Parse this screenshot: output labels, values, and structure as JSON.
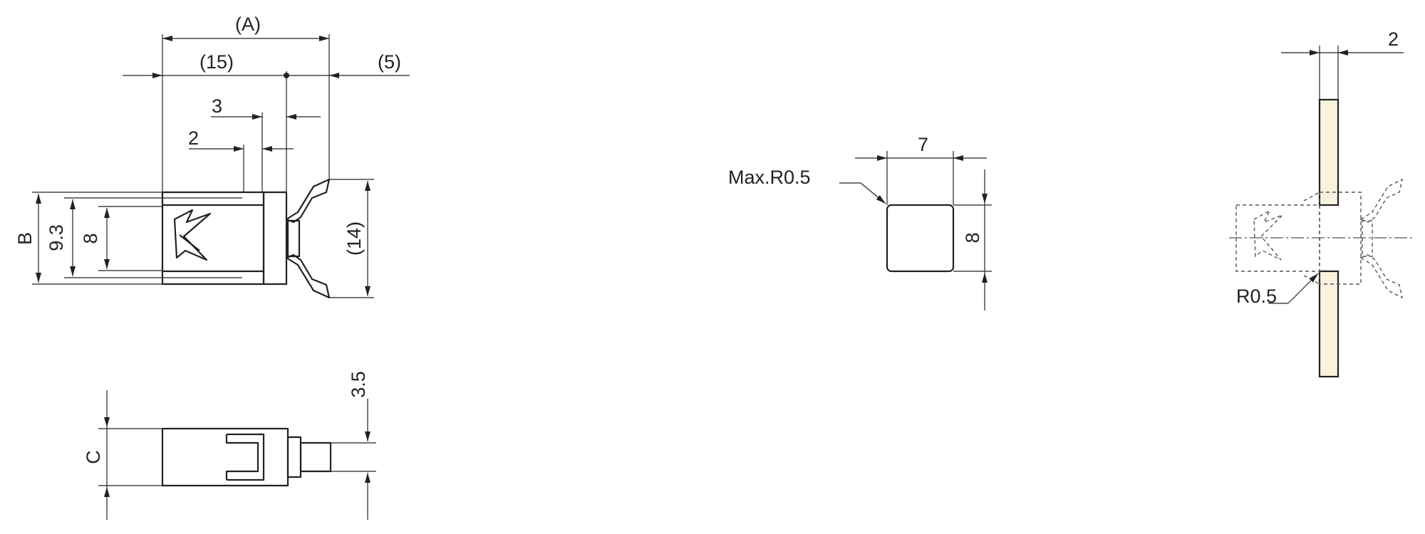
{
  "colors": {
    "line": "#222222",
    "panel_fill": "#f7f3df",
    "background": "#ffffff"
  },
  "labels": {
    "A": "(A)",
    "d15": "(15)",
    "d5": "(5)",
    "d3": "3",
    "d2": "2",
    "B": "B",
    "d9_3": "9.3",
    "d8": "8",
    "d14": "(14)",
    "C": "C",
    "d3_5": "3.5",
    "cutout_width": "7",
    "cutout_height": "8",
    "max_radius": "Max.R0.5",
    "panel_thickness": "2",
    "edge_radius": "R0.5"
  }
}
